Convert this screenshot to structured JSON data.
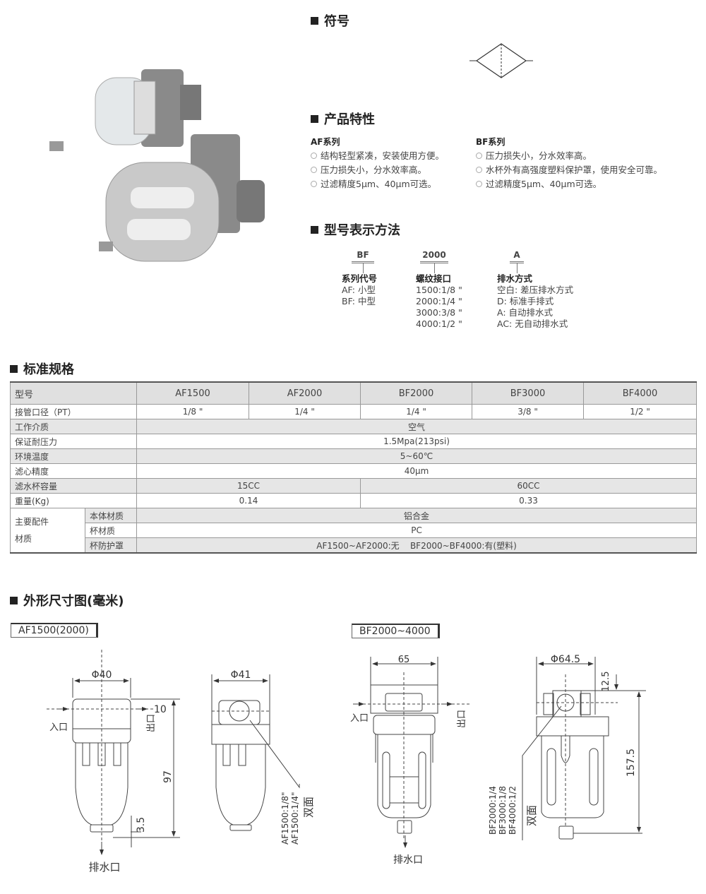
{
  "symbol": {
    "heading": "符号"
  },
  "features": {
    "heading": "产品特性",
    "af": {
      "title": "AF系列",
      "items": [
        "结构轻型紧凑，安装使用方便。",
        "压力损失小，分水效率高。",
        "过滤精度5μm、40μm可选。"
      ]
    },
    "bf": {
      "title": "BF系列",
      "items": [
        "压力损失小，分水效率高。",
        "水杯外有高强度塑料保护罩，使用安全可靠。",
        "过滤精度5μm、40μm可选。"
      ]
    }
  },
  "model_code": {
    "heading": "型号表示方法",
    "parts": [
      {
        "code": "BF",
        "label": "系列代号",
        "lines": [
          "AF: 小型",
          "BF: 中型"
        ]
      },
      {
        "code": "2000",
        "label": "螺纹接口",
        "lines": [
          "1500:1/8 \"",
          "2000:1/4 \"",
          "3000:3/8 \"",
          "4000:1/2 \""
        ]
      },
      {
        "code": "A",
        "label": "排水方式",
        "lines": [
          "空白: 差压排水方式",
          "D: 标准手排式",
          "A: 自动排水式",
          "AC: 无自动排水式"
        ]
      }
    ]
  },
  "spec": {
    "heading": "标准规格",
    "header": [
      "型号",
      "AF1500",
      "AF2000",
      "BF2000",
      "BF3000",
      "BF4000"
    ],
    "port": {
      "label": "接管口径（PT）",
      "values": [
        "1/8 \"",
        "1/4 \"",
        "1/4 \"",
        "3/8 \"",
        "1/2 \""
      ]
    },
    "medium": {
      "label": "工作介质",
      "value": "空气"
    },
    "pressure": {
      "label": "保证耐压力",
      "value": "1.5Mpa(213psi)"
    },
    "temp": {
      "label": "环境温度",
      "value": "5~60℃"
    },
    "precision": {
      "label": "滤心精度",
      "value": "40μm"
    },
    "capacity": {
      "label": "滤水杯容量",
      "values": [
        "15CC",
        "60CC"
      ]
    },
    "weight": {
      "label": "重量(Kg)",
      "values": [
        "0.14",
        "0.33"
      ]
    },
    "materials": {
      "label1": "主要配件",
      "label2": "材质",
      "rows": [
        {
          "label": "本体材质",
          "value": "铝合金"
        },
        {
          "label": "杯材质",
          "value": "PC"
        },
        {
          "label": "杯防护罩",
          "value": "AF1500~AF2000:无    BF2000~BF4000:有(塑料)"
        }
      ]
    }
  },
  "dimensions": {
    "heading": "外形尺寸图(毫米)",
    "af": {
      "title": "AF1500(2000)",
      "width_front": "Φ40",
      "width_side": "Φ41",
      "top": "10",
      "height": "97",
      "bottom": "3.5",
      "inlet": "入口",
      "outlet": "出口",
      "drain": "排水口",
      "port_lines": [
        "AF1500:1/8\"",
        "AF1500:1/4\""
      ],
      "both_sides": "双面"
    },
    "bf": {
      "title": "BF2000~4000",
      "width_front": "65",
      "width_side": "Φ64.5",
      "top": "12.5",
      "height": "157.5",
      "inlet": "入口",
      "outlet": "出口",
      "drain": "排水口",
      "port_lines": [
        "BF2000:1/4",
        "BF3000:1/8",
        "BF4000:1/2"
      ],
      "both_sides": "双面"
    }
  }
}
